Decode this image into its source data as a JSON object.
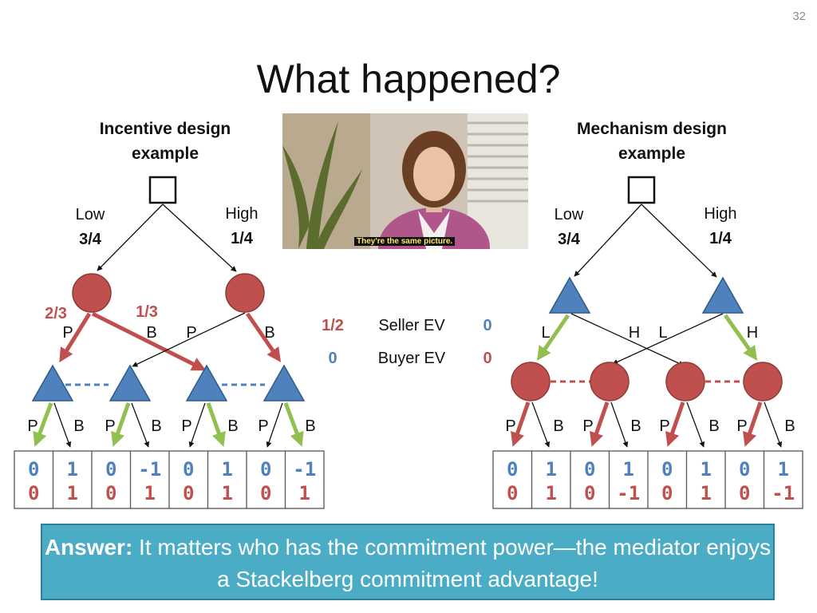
{
  "slide_number": "32",
  "title": "What happened?",
  "left_heading": "Incentive design\nexample",
  "right_heading": "Mechanism design\nexample",
  "photo_caption": "They're the same picture.",
  "colors": {
    "red": "#c0504d",
    "blue": "#4f81bd",
    "green": "#92c050",
    "answer_bg": "#4bacc6"
  },
  "left_tree": {
    "low": "Low",
    "low_prob": "3/4",
    "high": "High",
    "high_prob": "1/4",
    "prob_p": "2/3",
    "prob_b": "1/3",
    "mid_labels": [
      "P",
      "B",
      "P",
      "B"
    ],
    "leaf_labels": [
      "P",
      "B",
      "P",
      "B",
      "P",
      "B",
      "P",
      "B"
    ],
    "payoffs_top": [
      "0",
      "1",
      "0",
      "-1",
      "0",
      "1",
      "0",
      "-1"
    ],
    "payoffs_bottom": [
      "0",
      "1",
      "0",
      "1",
      "0",
      "1",
      "0",
      "1"
    ]
  },
  "right_tree": {
    "low": "Low",
    "low_prob": "3/4",
    "high": "High",
    "high_prob": "1/4",
    "mid_labels": [
      "L",
      "H",
      "L",
      "H"
    ],
    "leaf_labels": [
      "P",
      "B",
      "P",
      "B",
      "P",
      "B",
      "P",
      "B"
    ],
    "payoffs_top": [
      "0",
      "1",
      "0",
      "1",
      "0",
      "1",
      "0",
      "1"
    ],
    "payoffs_bottom": [
      "0",
      "1",
      "0",
      "-1",
      "0",
      "1",
      "0",
      "-1"
    ]
  },
  "ev": {
    "seller_label": "Seller EV",
    "buyer_label": "Buyer EV",
    "seller_left": "1/2",
    "seller_right": "0",
    "buyer_left": "0",
    "buyer_right": "0"
  },
  "answer": {
    "bold": "Answer:",
    "text": " It matters who has the commitment power—the mediator enjoys a Stackelberg commitment advantage!"
  }
}
